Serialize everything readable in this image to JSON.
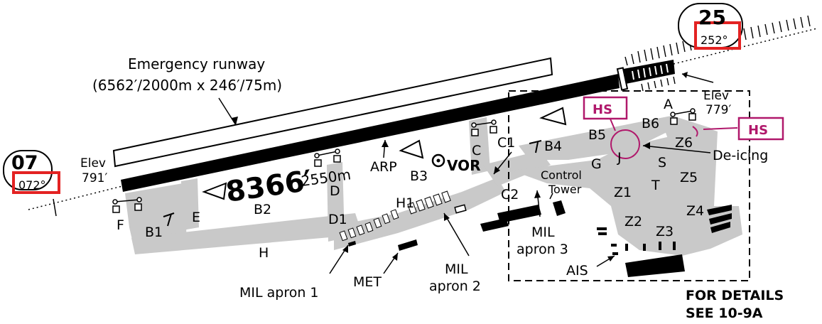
{
  "runway_07": {
    "number": "07",
    "heading": "072°"
  },
  "runway_25": {
    "number": "25",
    "heading": "252°"
  },
  "elev_west": {
    "label": "Elev",
    "value": "791′"
  },
  "elev_east": {
    "label": "Elev",
    "value": "779′"
  },
  "emergency_runway": {
    "title": "Emergency runway",
    "dimensions": "(6562′/2000m x 246′/75m)"
  },
  "runway_length": {
    "feet": "8366′",
    "meters": "2550m"
  },
  "taxiways": {
    "A": "A",
    "B1": "B1",
    "B2": "B2",
    "B3": "B3",
    "B4": "B4",
    "B5": "B5",
    "B6": "B6",
    "C": "C",
    "C1": "C1",
    "C2": "C2",
    "D": "D",
    "D1": "D1",
    "E": "E",
    "F": "F",
    "G": "G",
    "H": "H",
    "H1": "H1",
    "J": "J",
    "S": "S",
    "T": "T",
    "Z1": "Z1",
    "Z2": "Z2",
    "Z3": "Z3",
    "Z4": "Z4",
    "Z5": "Z5",
    "Z6": "Z6"
  },
  "labels": {
    "arp": "ARP",
    "vor": "VOR",
    "control_tower_1": "Control",
    "control_tower_2": "Tower",
    "deicing": "De-icing",
    "mil_apron1": "MIL apron 1",
    "mil_apron2_1": "MIL",
    "mil_apron2_2": "apron 2",
    "mil_apron3_1": "MIL",
    "mil_apron3_2": "apron 3",
    "met": "MET",
    "ais": "AIS",
    "hs": "HS",
    "details_1": "FOR DETAILS",
    "details_2": "SEE 10-9A"
  },
  "colors": {
    "hotspot": "#b0186b",
    "pavement": "#c9c9c9",
    "runway": "#000000"
  }
}
